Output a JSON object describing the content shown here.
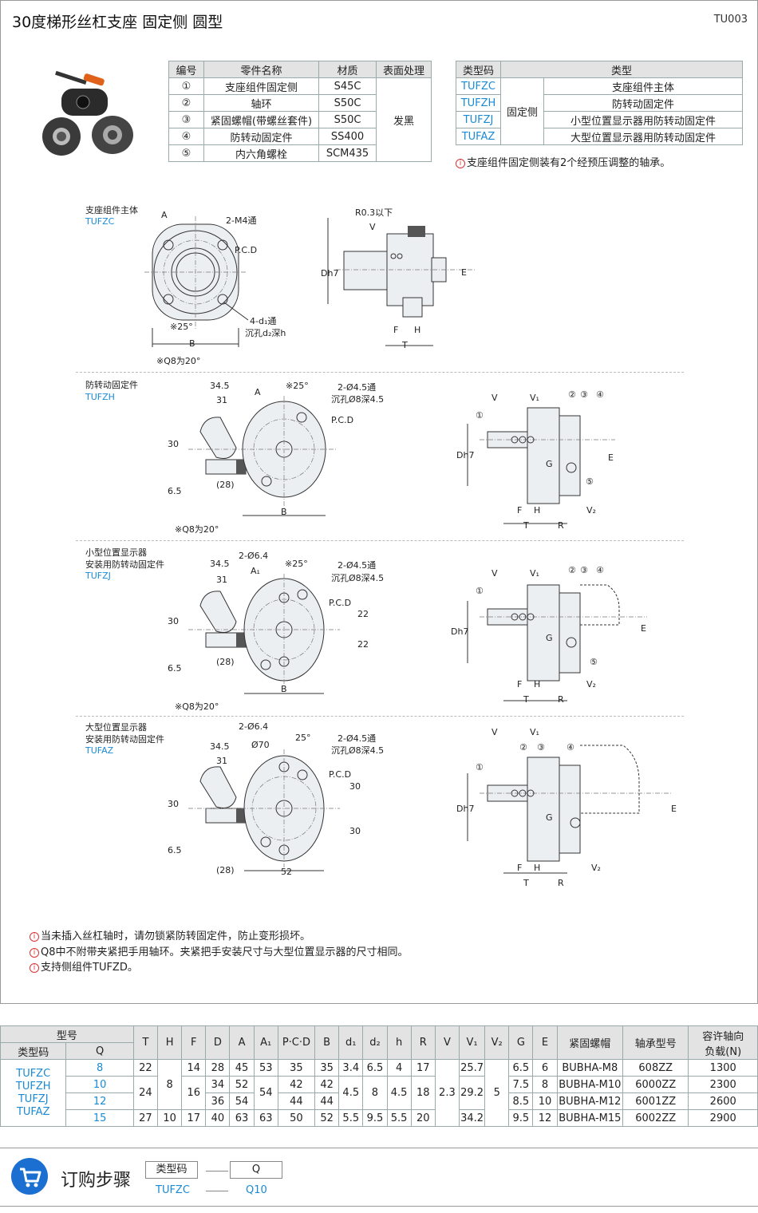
{
  "header": {
    "title": "30度梯形丝杠支座 固定侧 圆型",
    "code": "TU003"
  },
  "parts_table": {
    "headers": [
      "编号",
      "零件名称",
      "材质",
      "表面处理"
    ],
    "rows": [
      {
        "no": "①",
        "name": "支座组件固定侧",
        "material": "S45C"
      },
      {
        "no": "②",
        "name": "轴环",
        "material": "S50C"
      },
      {
        "no": "③",
        "name": "紧固螺帽(带螺丝套件)",
        "material": "S50C"
      },
      {
        "no": "④",
        "name": "防转动固定件",
        "material": "SS400"
      },
      {
        "no": "⑤",
        "name": "内六角螺栓",
        "material": "SCM435"
      }
    ],
    "surface": "发黑"
  },
  "type_table": {
    "headers": [
      "类型码",
      "类型"
    ],
    "group": "固定侧",
    "rows": [
      {
        "code": "TUFZC",
        "type": "支座组件主体"
      },
      {
        "code": "TUFZH",
        "type": "防转动固定件"
      },
      {
        "code": "TUFZJ",
        "type": "小型位置显示器用防转动固定件"
      },
      {
        "code": "TUFAZ",
        "type": "大型位置显示器用防转动固定件"
      }
    ],
    "note": "支座组件固定侧装有2个经预压调整的轴承。"
  },
  "drawings": {
    "s1": {
      "name": "支座组件主体",
      "code": "TUFZC",
      "a": "A",
      "m4": "2-M4通",
      "pcd": "P.C.D",
      "holes": "4-d₁通",
      "cb": "沉孔d₂深h",
      "ang": "※25°",
      "b": "B",
      "q8": "※Q8为20°",
      "r03": "R0.3以下",
      "v": "V",
      "dh7": "Dh7",
      "e": "E",
      "f": "F",
      "h": "H",
      "t": "T"
    },
    "s2": {
      "name": "防转动固定件",
      "code": "TUFZH",
      "d345": "34.5",
      "d31": "31",
      "a": "A",
      "ang": "※25°",
      "holes": "2-Ø4.5通",
      "cb": "沉孔Ø8深4.5",
      "pcd": "P.C.D",
      "d30": "30",
      "d65": "6.5",
      "d28": "(28)",
      "b": "B",
      "q8": "※Q8为20°",
      "v": "V",
      "v1": "V₁",
      "n1": "①",
      "n2": "②",
      "n3": "③",
      "n4": "④",
      "n5": "⑤",
      "g": "G",
      "e": "E",
      "f": "F",
      "h": "H",
      "v2": "V₂",
      "t": "T",
      "r": "R",
      "dh7": "Dh7"
    },
    "s3": {
      "name1": "小型位置显示器",
      "name2": "安装用防转动固定件",
      "code": "TUFZJ",
      "d64": "2-Ø6.4",
      "d345": "34.5",
      "a1": "A₁",
      "ang": "※25°",
      "holes": "2-Ø4.5通",
      "cb": "沉孔Ø8深4.5",
      "d31": "31",
      "pcd": "P.C.D",
      "d22a": "22",
      "d22b": "22",
      "d30": "30",
      "d65": "6.5",
      "d28": "(28)",
      "b": "B",
      "q8": "※Q8为20°",
      "v": "V",
      "v1": "V₁",
      "n1": "①",
      "n2": "②",
      "n3": "③",
      "n4": "④",
      "n5": "⑤",
      "g": "G",
      "e": "E",
      "f": "F",
      "h": "H",
      "v2": "V₂",
      "t": "T",
      "r": "R",
      "dh7": "Dh7"
    },
    "s4": {
      "name1": "大型位置显示器",
      "name2": "安装用防转动固定件",
      "code": "TUFAZ",
      "d64": "2-Ø6.4",
      "d345": "34.5",
      "d70": "Ø70",
      "ang": "25°",
      "holes": "2-Ø4.5通",
      "cb": "沉孔Ø8深4.5",
      "d31": "31",
      "pcd": "P.C.D",
      "d30a": "30",
      "d30b": "30",
      "d30c": "30",
      "d65": "6.5",
      "d28": "(28)",
      "d52": "52",
      "v": "V",
      "v1": "V₁",
      "n1": "①",
      "n2": "②",
      "n3": "③",
      "n4": "④",
      "g": "G",
      "e": "E",
      "f": "F",
      "h": "H",
      "v2": "V₂",
      "t": "T",
      "r": "R",
      "dh7": "Dh7"
    }
  },
  "notes": [
    "当未插入丝杠轴时，请勿锁紧防转固定件，防止变形损坏。",
    "Q8中不附带夹紧把手用轴环。夹紧把手安装尺寸与大型位置显示器的尺寸相同。",
    "支持侧组件TUFZD。"
  ],
  "spec_table": {
    "model_label": "型号",
    "type_code_label": "类型码",
    "q_label": "Q",
    "cols": [
      "T",
      "H",
      "F",
      "D",
      "A",
      "A₁",
      "P·C·D",
      "B",
      "d₁",
      "d₂",
      "h",
      "R",
      "V",
      "V₁",
      "V₂",
      "G",
      "E",
      "紧固螺帽",
      "轴承型号"
    ],
    "load_label1": "容许轴向",
    "load_label2": "负载(N)",
    "codes": [
      "TUFZC",
      "TUFZH",
      "TUFZJ",
      "TUFAZ"
    ],
    "rows": [
      {
        "q": "8",
        "T": "22",
        "F": "14",
        "D": "28",
        "A": "45",
        "A1": "53",
        "PCD": "35",
        "B": "35",
        "d1": "3.4",
        "d2": "6.5",
        "h": "4",
        "R": "17",
        "V1": "25.7",
        "G": "6.5",
        "E": "6",
        "nut": "BUBHA-M8",
        "bearing": "608ZZ",
        "load": "1300"
      },
      {
        "q": "10",
        "D": "34",
        "A": "52",
        "PCD": "42",
        "B": "42",
        "G": "7.5",
        "E": "8",
        "nut": "BUBHA-M10",
        "bearing": "6000ZZ",
        "load": "2300"
      },
      {
        "q": "12",
        "D": "36",
        "A": "54",
        "PCD": "44",
        "B": "44",
        "G": "8.5",
        "E": "10",
        "nut": "BUBHA-M12",
        "bearing": "6001ZZ",
        "load": "2600"
      },
      {
        "q": "15",
        "T": "27",
        "H": "10",
        "F": "17",
        "D": "40",
        "A": "63",
        "A1": "63",
        "PCD": "50",
        "B": "52",
        "d1": "5.5",
        "d2": "9.5",
        "h": "5.5",
        "R": "20",
        "V1": "34.2",
        "G": "9.5",
        "E": "12",
        "nut": "BUBHA-M15",
        "bearing": "6002ZZ",
        "load": "2900"
      }
    ],
    "merged": {
      "T_mid": "24",
      "H_mid": "8",
      "F_mid": "16",
      "A1_mid": "54",
      "d1_mid": "4.5",
      "d2_mid": "8",
      "h_mid": "4.5",
      "R_mid": "18",
      "V": "2.3",
      "V1_mid": "29.2",
      "V2": "5"
    }
  },
  "order": {
    "title": "订购步骤",
    "box1": "类型码",
    "box2": "Q",
    "ex1": "TUFZC",
    "ex2": "Q10"
  },
  "colors": {
    "accent": "#1a8ad4",
    "cart": "#1a6fd0"
  }
}
